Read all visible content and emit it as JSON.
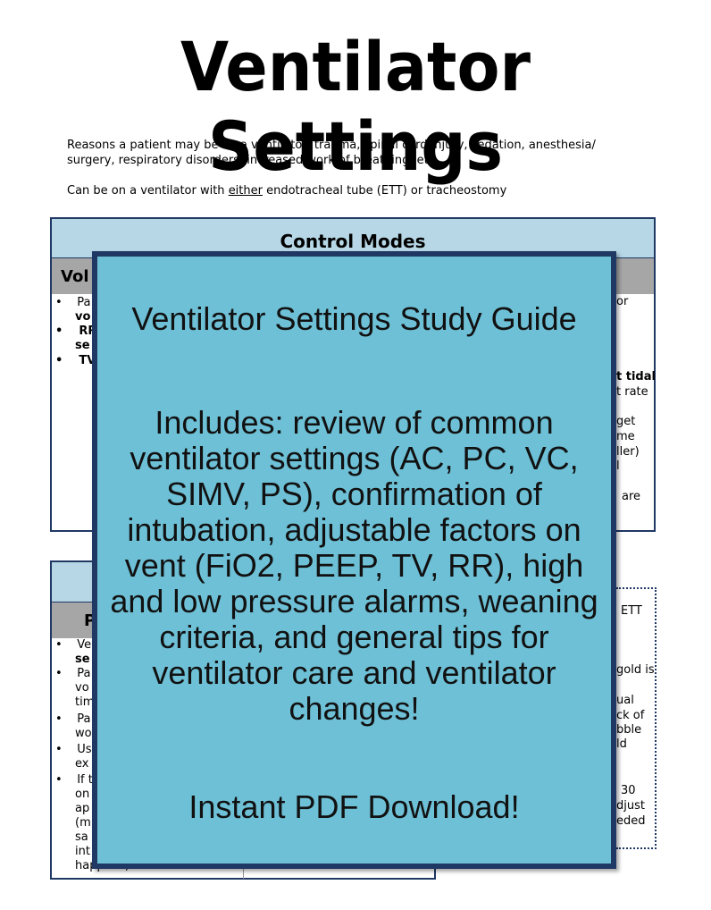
{
  "page": {
    "title": "Ventilator Settings",
    "intro_line": "Reasons a patient may be on a ventilator: trauma, spinal cord injury, sedation, anesthesia/ surgery, respiratory disorders, increased work of breathing, etc.",
    "intro2_prefix": "Can be on a ventilator with ",
    "intro2_underlined": "either",
    "intro2_suffix": " endotracheal tube (ETT) or tracheostomy"
  },
  "table1": {
    "header": "Control Modes",
    "subheader": "Vol",
    "left_fragments": [
      "Pa",
      "vo",
      "RR",
      "se",
      "TV"
    ],
    "right_fragments": [
      "or",
      "t tidal",
      "t rate",
      "get",
      "me",
      "ller)",
      "l",
      "are"
    ]
  },
  "table2": {
    "subheader": "P",
    "left_fragments": [
      "Ve",
      "se",
      "Pa",
      "vo",
      "tim",
      "Pa",
      "wo",
      "Us",
      "ex",
      "If t",
      "on",
      "ap",
      "(m",
      "sa",
      "int",
      "happens)"
    ]
  },
  "dotbox": {
    "fragments": [
      "ETT",
      "gold is",
      "ual",
      "ck of",
      "bble",
      "ld",
      "30",
      "djust",
      "eded"
    ]
  },
  "overlay": {
    "heading": "Ventilator Settings Study Guide",
    "body": "Includes: review of common ventilator settings (AC, PC, VC, SIMV, PS), confirmation of intubation, adjustable factors on vent (FiO2, PEEP, TV, RR), high and low pressure alarms, weaning criteria, and general tips for ventilator care and ventilator changes!",
    "cta": "Instant PDF Download!",
    "bg_color": "#6ec0d6",
    "border_color": "#1f3864"
  }
}
